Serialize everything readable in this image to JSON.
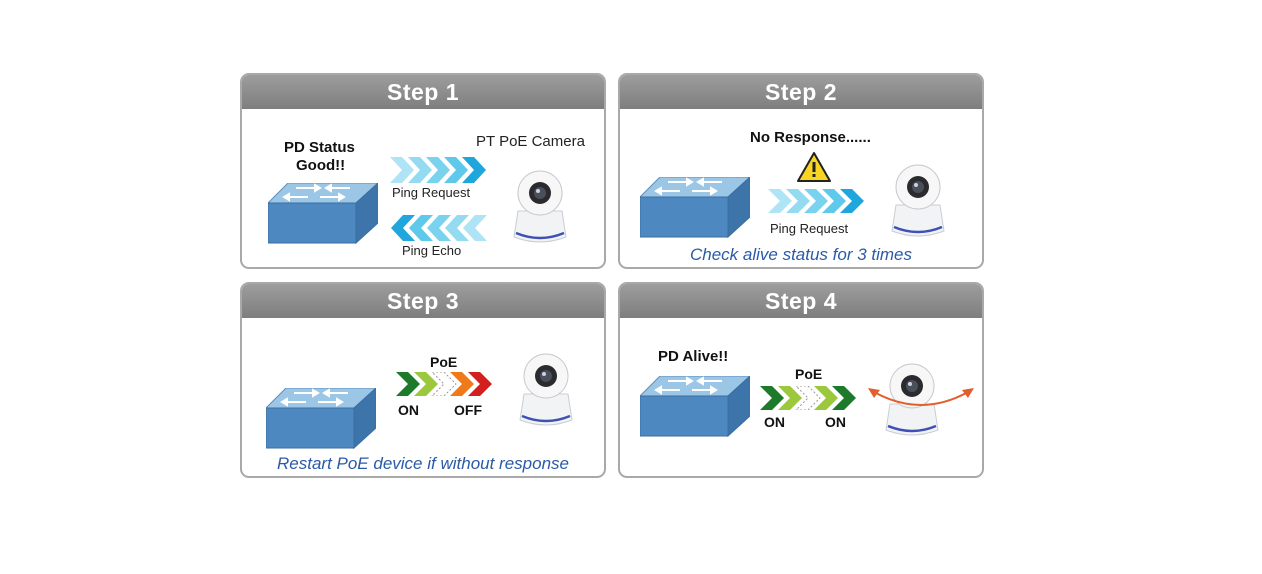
{
  "colors": {
    "header": "#8a8a8a",
    "switch_top": "#7fb0d6",
    "switch_front": "#4d88c0",
    "ping_chevron": "#4cc3e8",
    "green_on": "#1c7a2a",
    "off_red": "#d41f1f",
    "caption_blue": "#2a5aa8",
    "rotate_arrow": "#e25e2c",
    "warn_yellow": "#f7d520"
  },
  "steps": [
    {
      "title": "Step 1",
      "pd_status_line1": "PD Status",
      "pd_status_line2": "Good!!",
      "camera_label": "PT PoE Camera",
      "ping_request": "Ping Request",
      "ping_echo": "Ping Echo"
    },
    {
      "title": "Step 2",
      "no_response": "No Response......",
      "ping_request": "Ping Request",
      "caption": "Check alive status for 3 times"
    },
    {
      "title": "Step 3",
      "poe_label": "PoE",
      "on_label": "ON",
      "off_label": "OFF",
      "caption": "Restart PoE device if without response"
    },
    {
      "title": "Step 4",
      "pd_alive": "PD Alive!!",
      "poe_label": "PoE",
      "on_label_left": "ON",
      "on_label_right": "ON"
    }
  ],
  "icons": [
    "network-switch-icon",
    "ptz-camera-icon",
    "warning-icon",
    "rotation-arrow-icon"
  ]
}
